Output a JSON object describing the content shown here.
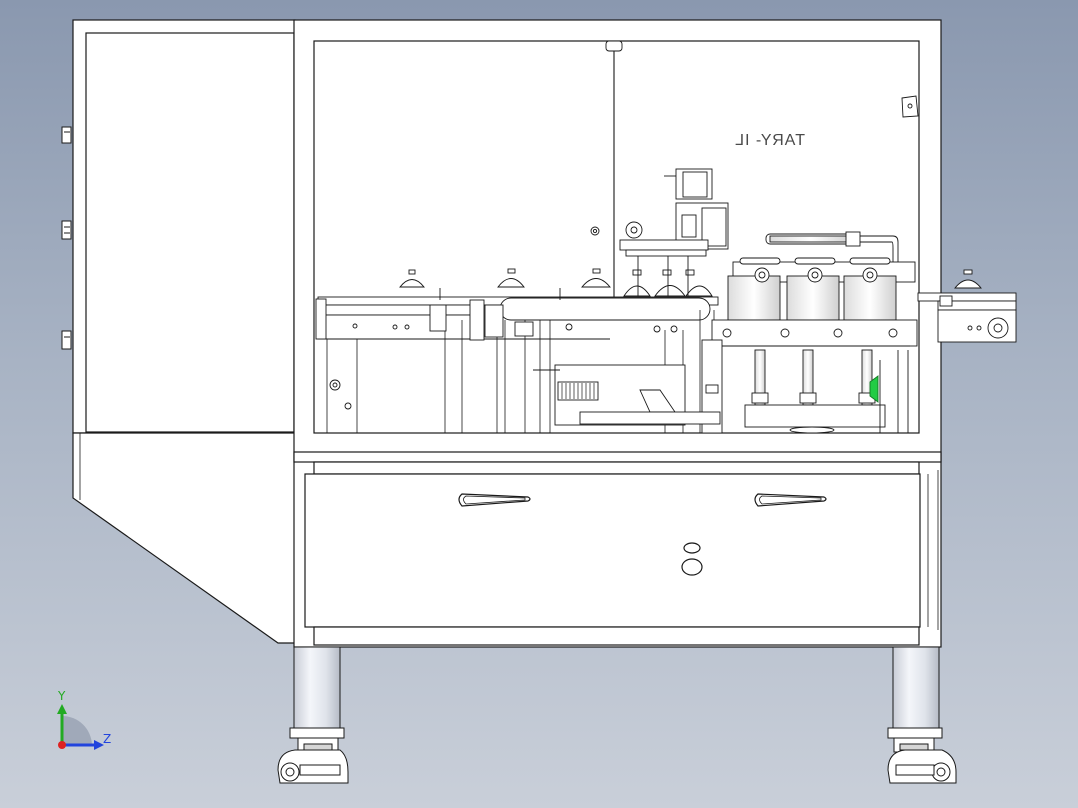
{
  "machine": {
    "brand_label": "TARY- IL"
  },
  "triad": {
    "y_label": "Y",
    "z_label": "Z",
    "colors": {
      "y_axis": "#22aa22",
      "z_axis": "#2244dd",
      "origin": "#dd2222"
    }
  },
  "colors": {
    "background_top": "#8a98af",
    "background_bottom": "#c9cfd9",
    "frame_fill": "#ffffff",
    "line": "#1a1a1a",
    "panel_fill": "#f7f7f7",
    "leg_fill": "#e8ebf2",
    "sensor": "#22cc44"
  }
}
